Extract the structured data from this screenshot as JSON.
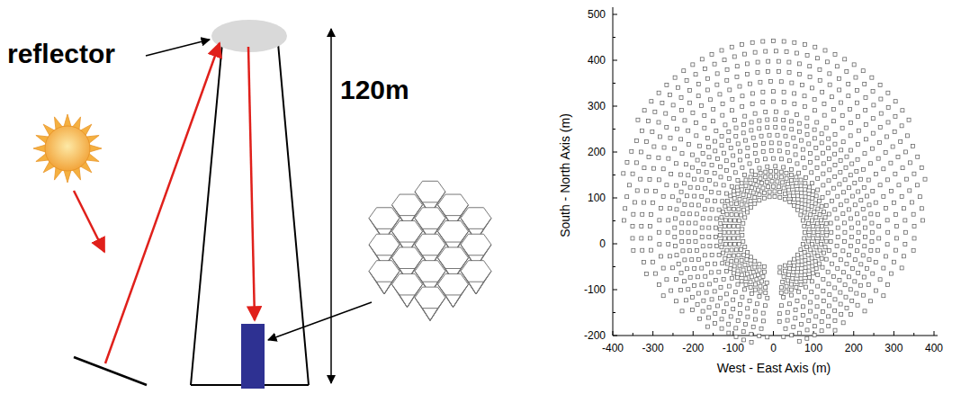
{
  "diagram": {
    "labels": [
      "reflector",
      "120m",
      "500",
      "400",
      "300",
      "200",
      "100",
      "0",
      "-100",
      "-200",
      "-400",
      "-300",
      "-200",
      "-100",
      "0",
      "100",
      "200",
      "300",
      "400",
      "South - North Axis (m)",
      "West - East Axis (m)"
    ]
  }
}
